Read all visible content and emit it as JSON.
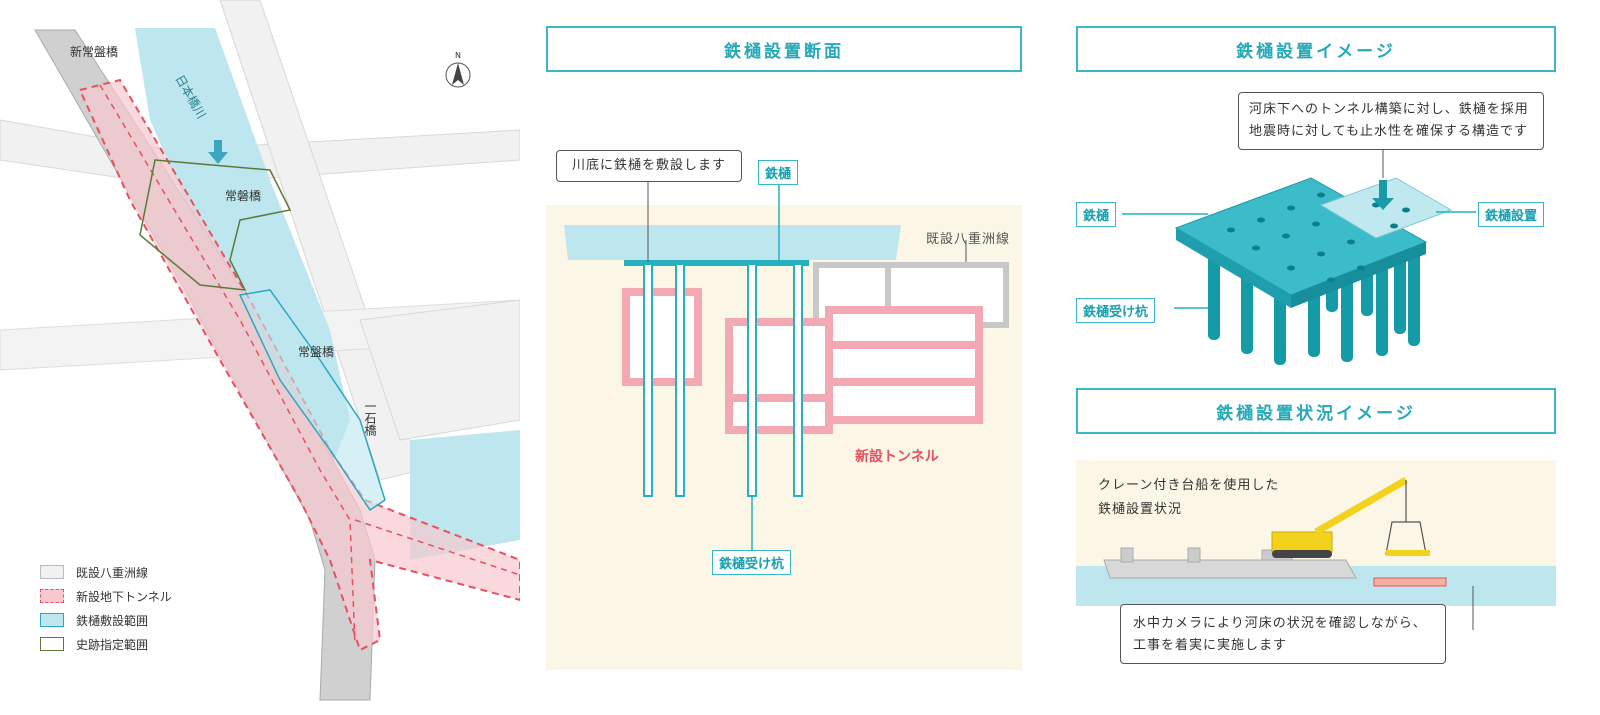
{
  "map": {
    "labels": {
      "shin_tokiwa": "新常盤橋",
      "nihonbashi_river": "日本橋川",
      "tokiwa_old": "常磐橋",
      "tokiwa": "常盤橋",
      "ikkoku": "一石橋"
    },
    "compass": "N",
    "legend": [
      {
        "label": "既設八重洲線",
        "color": "#e6e6e6",
        "border": "#bbbbbb",
        "style": "solid"
      },
      {
        "label": "新設地下トンネル",
        "color": "#f7c9cf",
        "border": "#e8505f",
        "style": "dashed"
      },
      {
        "label": "鉄樋敷設範囲",
        "color": "#bde6ee",
        "border": "#2aa8c0",
        "style": "solid"
      },
      {
        "label": "史跡指定範囲",
        "color": "#ffffff",
        "border": "#5b7a3a",
        "style": "solid"
      }
    ]
  },
  "section": {
    "title": "鉄樋設置断面",
    "callout": "川底に鉄樋を敷設します",
    "label_tetsuhi": "鉄樋",
    "label_existing": "既設八重洲線",
    "label_new_tunnel": "新設トンネル",
    "label_piles": "鉄樋受け杭"
  },
  "image3d": {
    "title": "鉄樋設置イメージ",
    "callout_line1": "河床下へのトンネル構築に対し、鉄樋を採用",
    "callout_line2": "地震時に対しても止水性を確保する構造です",
    "label_tetsuhi": "鉄樋",
    "label_install": "鉄樋設置",
    "label_piles": "鉄樋受け杭"
  },
  "status": {
    "title": "鉄樋設置状況イメージ",
    "crane_line1": "クレーン付き台船を使用した",
    "crane_line2": "鉄樋設置状況",
    "callout_line1": "水中カメラにより河床の状況を確認しながら、",
    "callout_line2": "工事を着実に実施します"
  },
  "colors": {
    "accent": "#3ab7c4",
    "tunnel": "#e8505f",
    "water": "#bde6ee"
  }
}
